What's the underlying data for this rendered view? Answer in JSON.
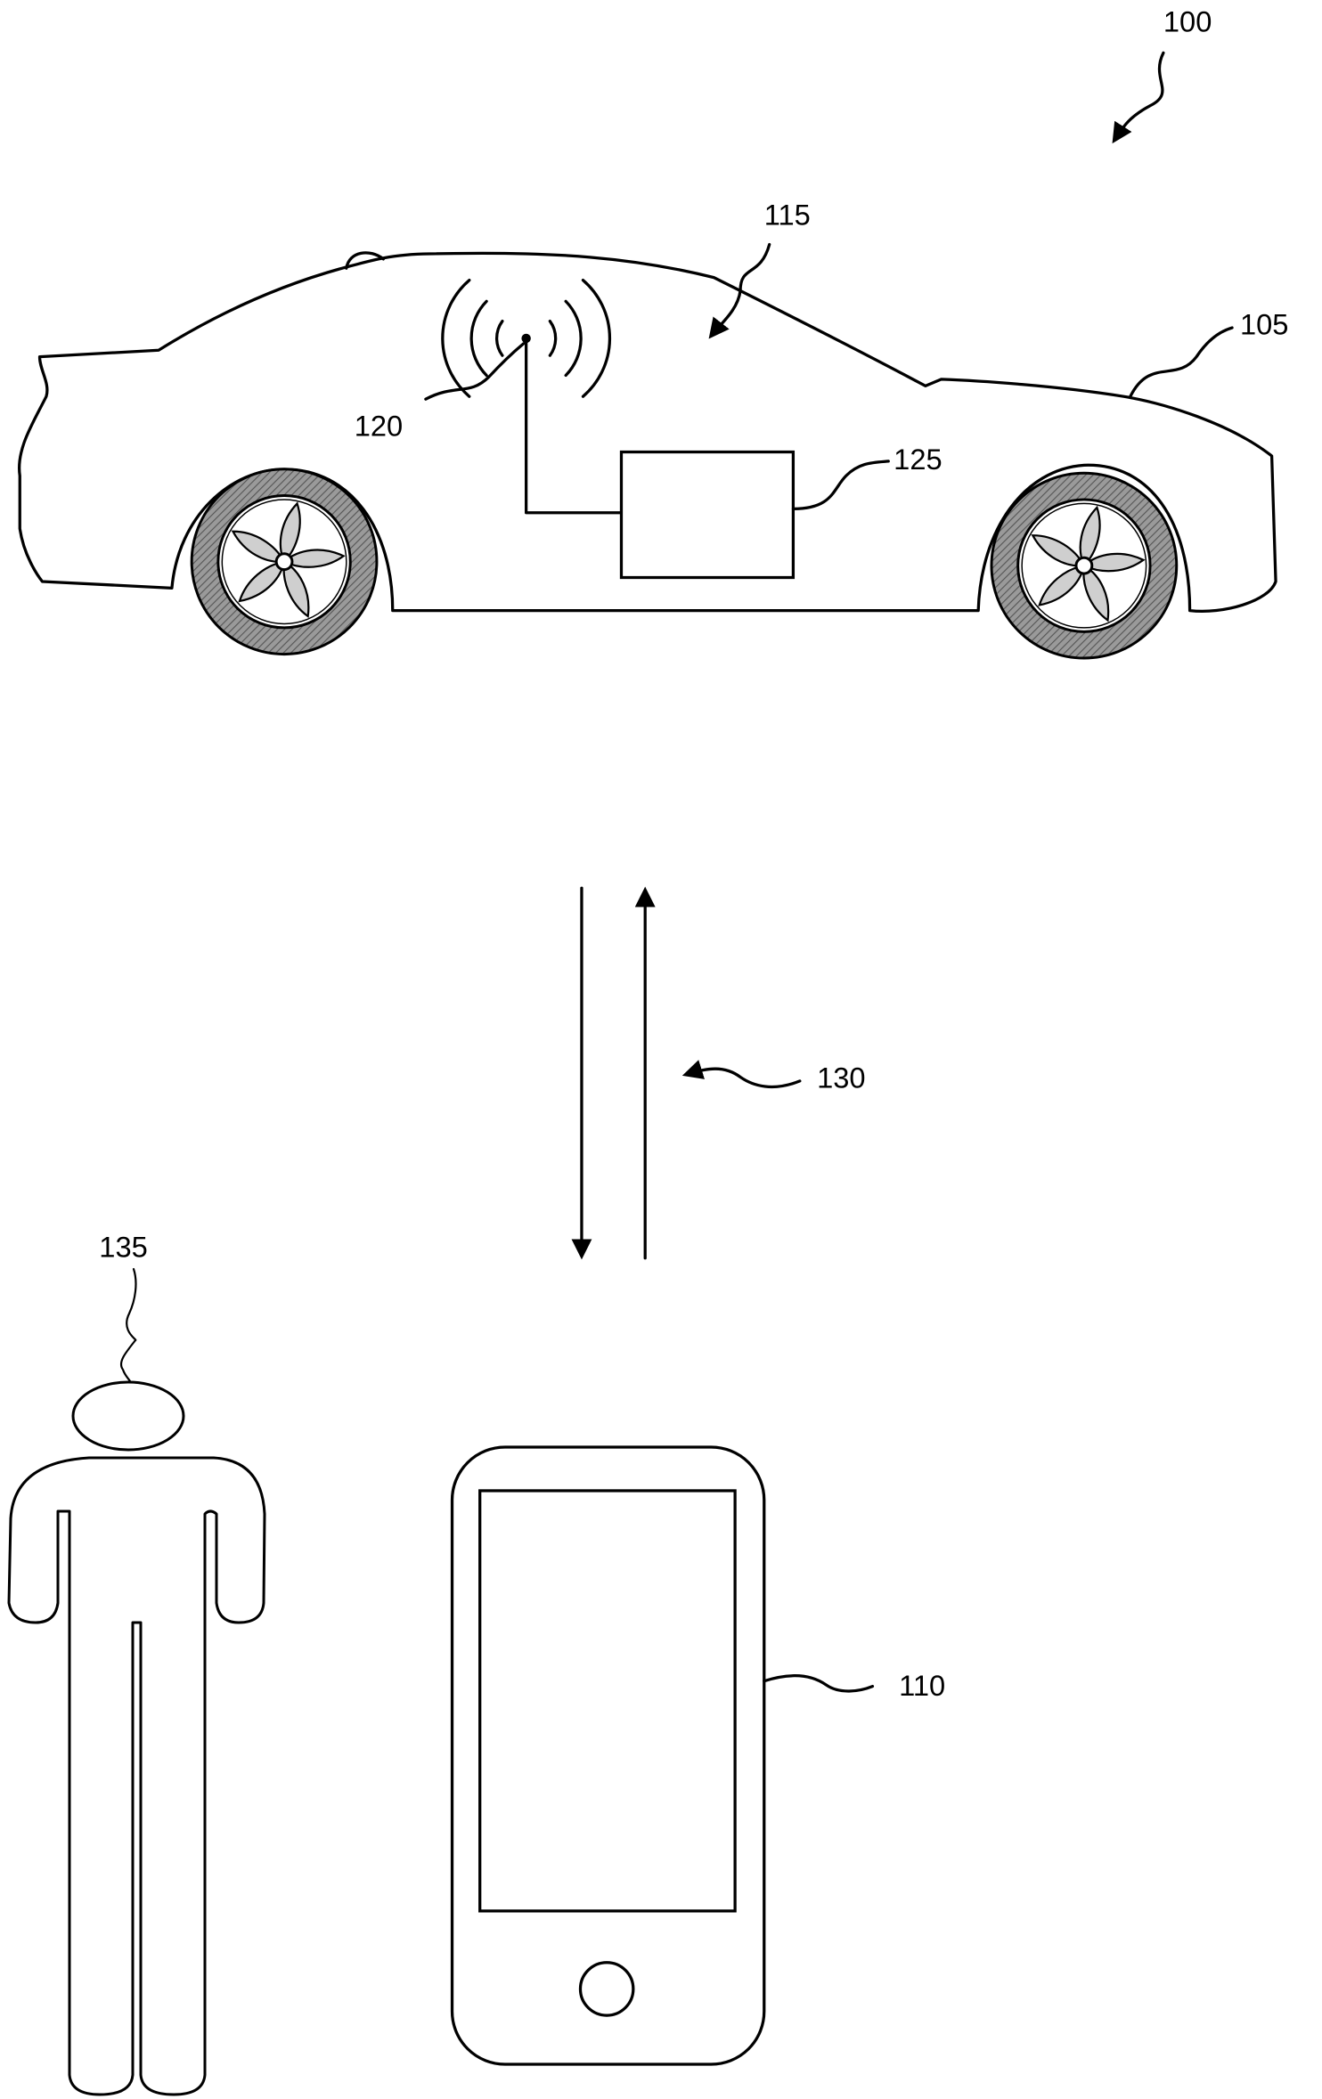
{
  "figure": {
    "labels": {
      "system": "100",
      "vehicle": "105",
      "mobile_device": "110",
      "vehicle_interior": "115",
      "antenna": "120",
      "controller": "125",
      "communication": "130",
      "user": "135"
    },
    "colors": {
      "line": "#000000",
      "tire": "#8a8a8a",
      "blade": "#c8c8c8"
    }
  }
}
